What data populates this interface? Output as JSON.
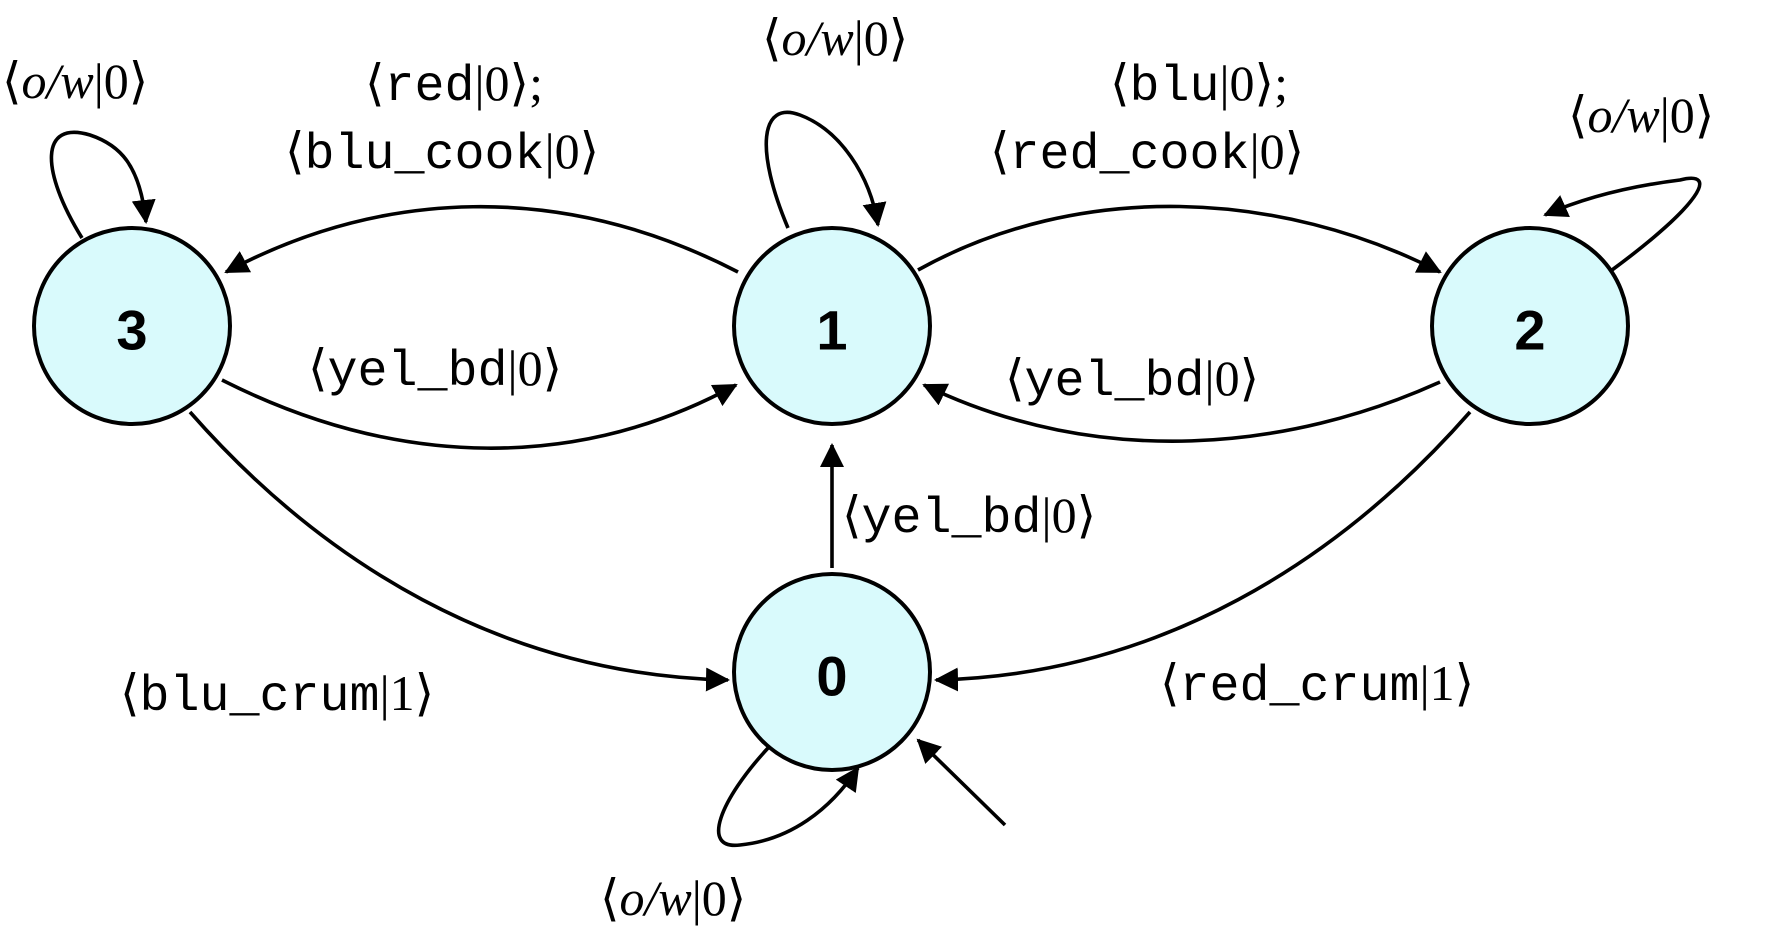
{
  "states": [
    {
      "id": "state-0",
      "label": "0"
    },
    {
      "id": "state-1",
      "label": "1"
    },
    {
      "id": "state-2",
      "label": "2"
    },
    {
      "id": "state-3",
      "label": "3"
    }
  ],
  "transitions": {
    "loop_3": {
      "event": "o/w",
      "cost": "0"
    },
    "loop_1": {
      "event": "o/w",
      "cost": "0"
    },
    "loop_2": {
      "event": "o/w",
      "cost": "0"
    },
    "loop_0": {
      "event": "o/w",
      "cost": "0"
    },
    "e1_to_3_a": {
      "event": "red",
      "cost": "0",
      "sep": ";"
    },
    "e1_to_3_b": {
      "event": "blu_cook",
      "cost": "0"
    },
    "e1_to_2_a": {
      "event": "blu",
      "cost": "0",
      "sep": ";"
    },
    "e1_to_2_b": {
      "event": "red_cook",
      "cost": "0"
    },
    "e3_to_1": {
      "event": "yel_bd",
      "cost": "0"
    },
    "e2_to_1": {
      "event": "yel_bd",
      "cost": "0"
    },
    "e0_to_1": {
      "event": "yel_bd",
      "cost": "0"
    },
    "e3_to_0": {
      "event": "blu_crum",
      "cost": "1"
    },
    "e2_to_0": {
      "event": "red_crum",
      "cost": "1"
    }
  },
  "colors": {
    "node_fill": "#d9fafc",
    "stroke": "#000000"
  }
}
